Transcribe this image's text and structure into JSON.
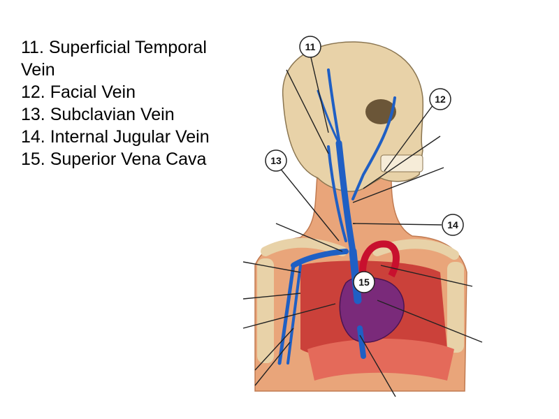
{
  "legend": [
    "11.  Superficial Temporal Vein",
    "12.  Facial Vein",
    "13.  Subclavian Vein",
    "14.  Internal Jugular Vein",
    "15. Superior Vena Cava"
  ],
  "callouts": {
    "c11": "11",
    "c12": "12",
    "c13": "13",
    "c14": "14",
    "c15": "15"
  },
  "colors": {
    "vein": "#1f5fc4",
    "artery": "#c8102e",
    "heart": "#7a2a7a",
    "bone": "#e8d2a8",
    "skin": "#e9a57a",
    "muscle": "#d9453f"
  }
}
